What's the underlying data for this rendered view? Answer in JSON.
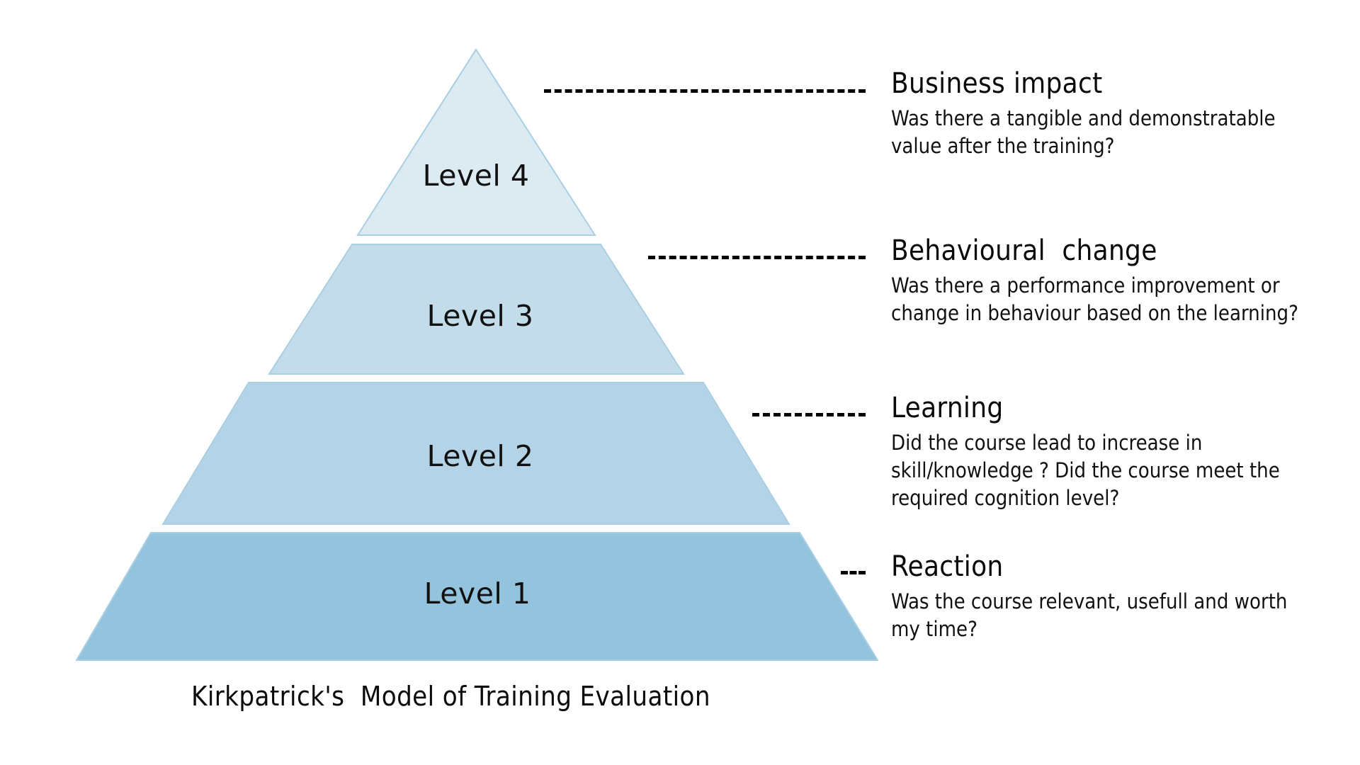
{
  "title": "Kirkpatrick's Model of Training Evaluation",
  "caption": "Kirkpatrick's  Model of Training Evaluation",
  "colors": {
    "level4": "#dceaf2",
    "level3": "#c3dcea",
    "level2": "#b4d3e7",
    "level1": "#94c3de",
    "outline": "#a9cfe3",
    "text": "#111111",
    "background": "#ffffff",
    "leader": "#000000"
  },
  "chart_data": {
    "type": "pyramid",
    "title": "Kirkpatrick's  Model of Training Evaluation",
    "levels": [
      {
        "tier": 4,
        "label": "Level 4",
        "heading": "Business impact",
        "description": "Was there a tangible and demonstratable value after the training?",
        "color": "#dceaf2"
      },
      {
        "tier": 3,
        "label": "Level 3",
        "heading": "Behavioural  change",
        "description": "Was there a performance improvement or change in behaviour based on the learning?",
        "color": "#c3dcea"
      },
      {
        "tier": 2,
        "label": "Level 2",
        "heading": "Learning",
        "description": "Did the course lead to increase in skill/knowledge ? Did the course meet the required cognition level?",
        "color": "#b4d3e7"
      },
      {
        "tier": 1,
        "label": "Level 1",
        "heading": "Reaction",
        "description": "Was the course relevant, usefull and worth my time?",
        "color": "#94c3de"
      }
    ]
  },
  "pyramid": {
    "tiers": [
      {
        "label": "Level 4"
      },
      {
        "label": "Level 3"
      },
      {
        "label": "Level 2"
      },
      {
        "label": "Level 1"
      }
    ]
  },
  "legend": {
    "entries": [
      {
        "heading": "Business impact",
        "body": "Was there a tangible and demonstratable value after the training?"
      },
      {
        "heading": "Behavioural  change",
        "body": "Was there a performance improvement or change in behaviour based on the learning?"
      },
      {
        "heading": "Learning",
        "body": "Did the course lead to increase in skill/knowledge ? Did the course meet the required cognition level?"
      },
      {
        "heading": "Reaction",
        "body": "Was the course relevant, usefull and worth my time?"
      }
    ]
  }
}
